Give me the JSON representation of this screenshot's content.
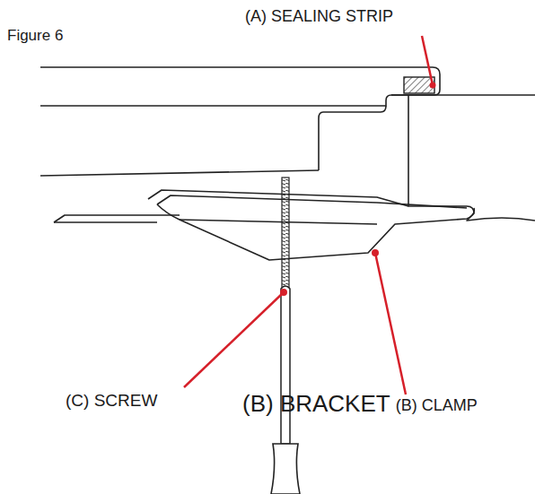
{
  "diagram": {
    "labels": [
      "Figure 6",
      "(A) SEALING STRIP",
      "(C) SCREW",
      "(B) BRACKET",
      "(B) CLAMP"
    ]
  }
}
